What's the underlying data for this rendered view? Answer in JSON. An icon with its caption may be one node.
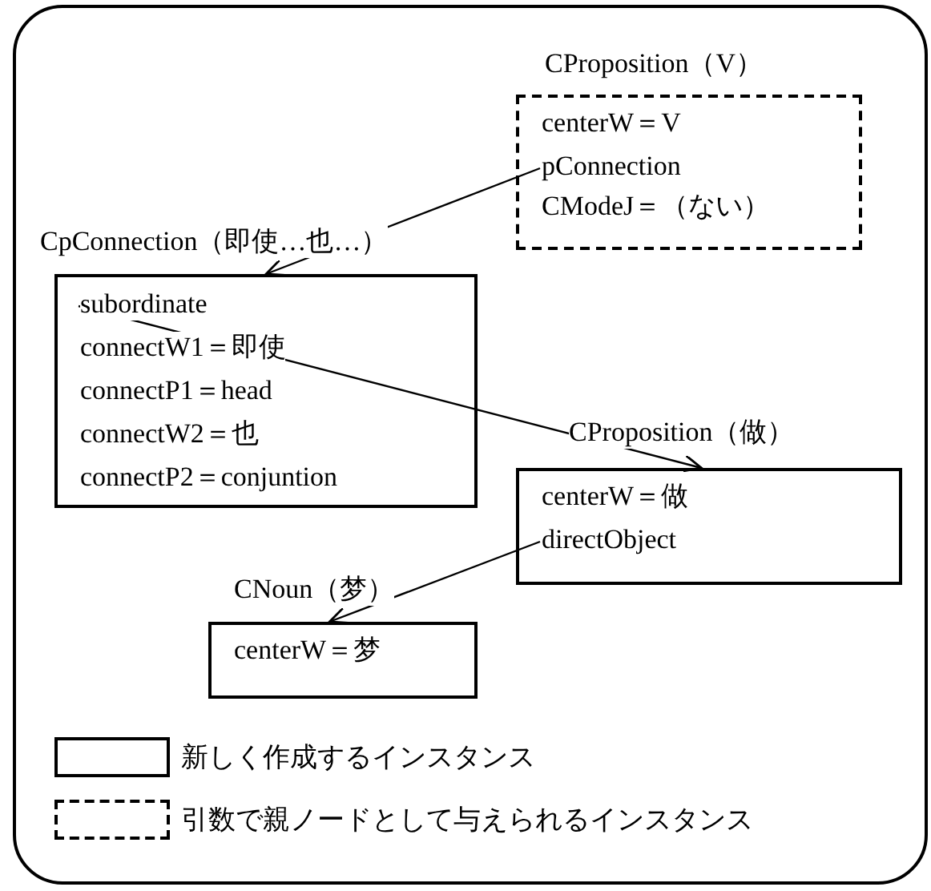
{
  "diagram": {
    "nodes": [
      {
        "text": [
          "CProposition（V）",
          "centerW＝V",
          "pConnection",
          "CModeJ＝（ない）"
        ]
      },
      {
        "text": [
          "CpConnection（即使…也…）",
          "subordinate",
          "connectW1＝即使",
          "connectP1＝head",
          "connectW2＝也",
          "connectP2＝conjuntion"
        ]
      },
      {
        "text": [
          "CProposition（做）",
          "centerW＝做",
          "directObject"
        ]
      },
      {
        "text": [
          "CNoun（梦）",
          "centerW＝梦"
        ]
      }
    ],
    "edges": [
      {
        "from": 0,
        "to": 1,
        "arrow": "to"
      },
      {
        "from": 1,
        "to": 2,
        "arrow": "to"
      },
      {
        "from": 2,
        "to": 3,
        "arrow": "to"
      }
    ],
    "legend": [
      {
        "text": "新しく作成するインスタンス"
      },
      {
        "text": "引数で親ノードとして与えられるインスタンス"
      }
    ]
  }
}
